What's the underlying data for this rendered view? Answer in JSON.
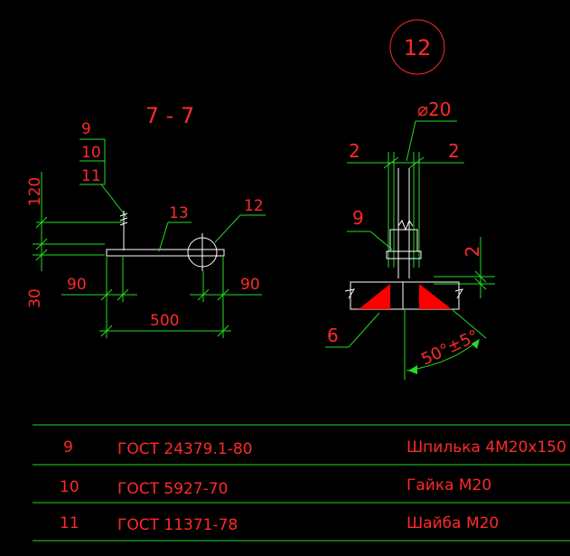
{
  "section_label": "7 - 7",
  "detail_label": "12",
  "left_view": {
    "callouts": [
      "9",
      "10",
      "11"
    ],
    "part_13": "13",
    "part_12": "12",
    "dim_120": "120",
    "dim_30": "30",
    "dim_90_left": "90",
    "dim_90_right": "90",
    "dim_500": "500"
  },
  "right_view": {
    "diameter": "⌀20",
    "dim_2_left": "2",
    "dim_2_right": "2",
    "callout_9": "9",
    "dim_2_vertical": "2",
    "callout_6": "6",
    "angle": "50°±5°"
  },
  "colors": {
    "background": "#000000",
    "text": "#ff2a2a",
    "lines": "#22dd22",
    "geometry": "#ffffff",
    "fill": "#ff0000"
  },
  "spec_table": {
    "rows": [
      {
        "pos": "9",
        "standard": "ГОСТ 24379.1-80",
        "name": "Шпилька 4М20х150"
      },
      {
        "pos": "10",
        "standard": "ГОСТ 5927-70",
        "name": "Гайка М20"
      },
      {
        "pos": "11",
        "standard": "ГОСТ 11371-78",
        "name": "Шайба М20"
      }
    ]
  }
}
